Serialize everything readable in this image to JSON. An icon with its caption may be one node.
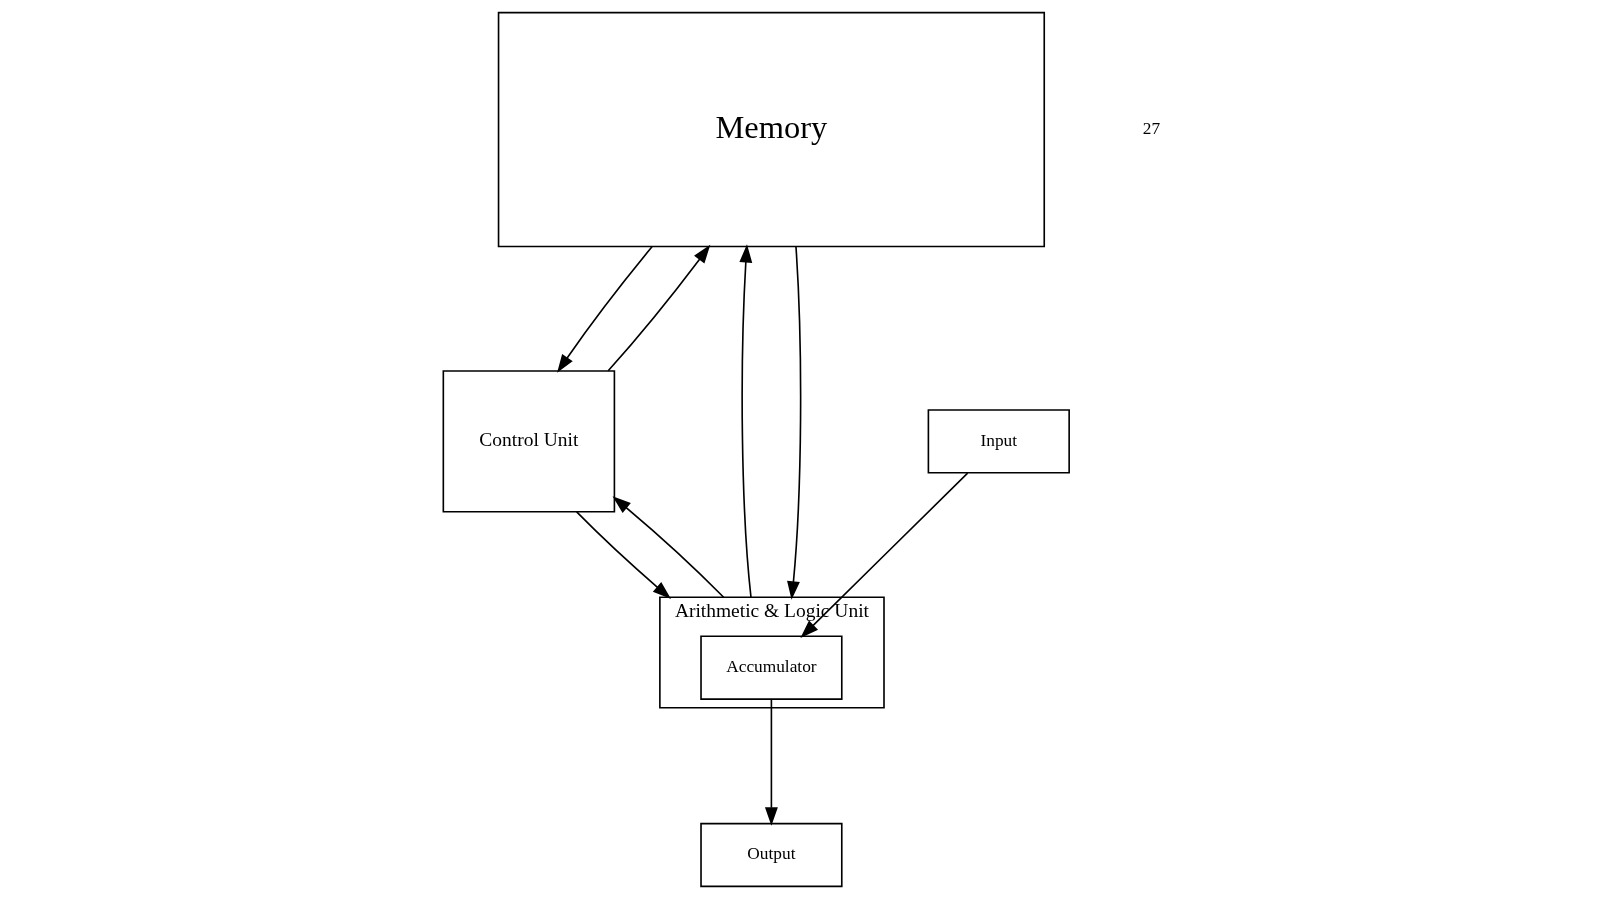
{
  "diagram": {
    "nodes": [
      {
        "text": [
          "Memory"
        ]
      },
      {
        "text": [
          "Control Unit"
        ]
      },
      {
        "text": [
          "Arithmetic & Logic Unit"
        ]
      },
      {
        "text": [
          "Accumulator"
        ],
        "in": 2
      },
      {
        "text": [
          "Input"
        ]
      },
      {
        "text": [
          "Output"
        ]
      }
    ],
    "edges": [
      {
        "from": 1,
        "to": 0,
        "arrow": "to"
      },
      {
        "from": 0,
        "to": 1,
        "arrow": "to"
      },
      {
        "from": 2,
        "to": 0,
        "arrow": "to"
      },
      {
        "from": 0,
        "to": 2,
        "arrow": "to"
      },
      {
        "from": 1,
        "to": 2,
        "arrow": "to"
      },
      {
        "from": 2,
        "to": 1,
        "arrow": "to"
      },
      {
        "from": 4,
        "to": 3,
        "arrow": "to"
      },
      {
        "from": 3,
        "to": 5,
        "arrow": "to"
      }
    ],
    "labels": [
      "27"
    ]
  }
}
